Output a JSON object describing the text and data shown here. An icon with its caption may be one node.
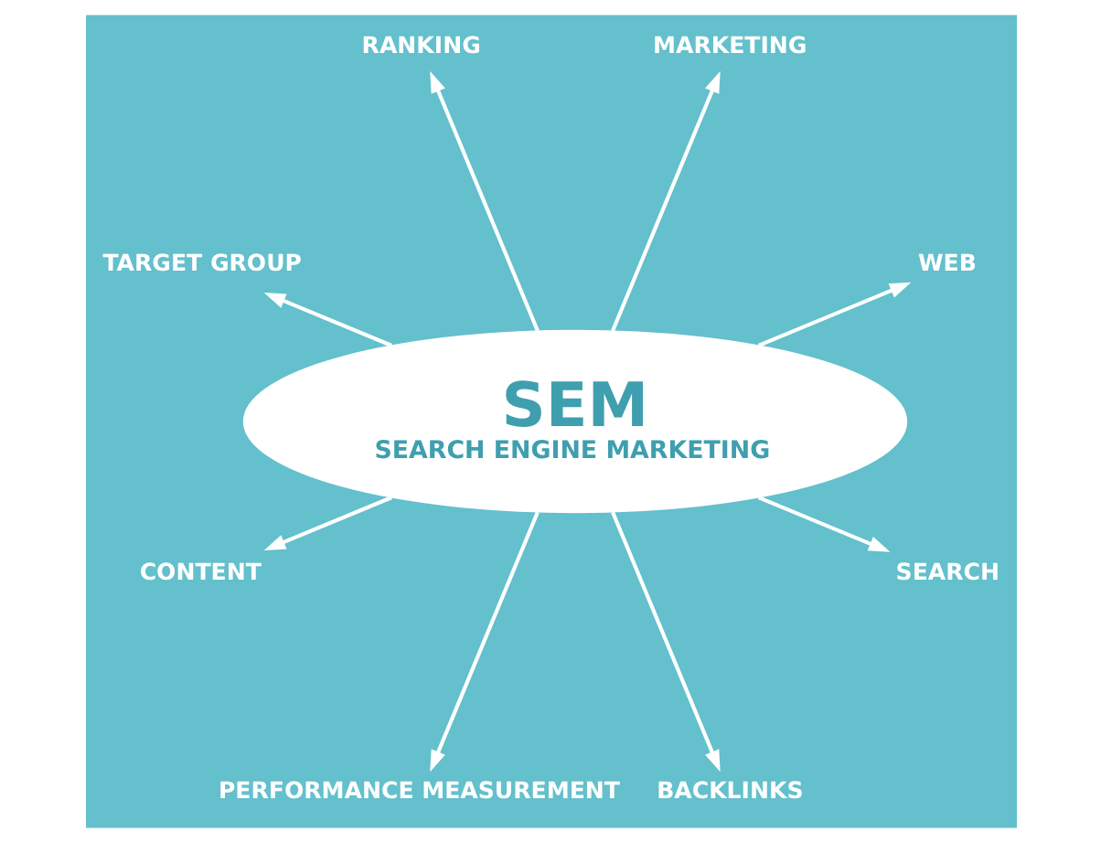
{
  "diagram": {
    "nodes": [
      {
        "text": [
          "SEM",
          "SEARCH ENGINE MARKETING"
        ]
      },
      {
        "text": [
          "TARGET GROUP"
        ]
      },
      {
        "text": [
          "RANKING"
        ]
      },
      {
        "text": [
          "MARKETING"
        ]
      },
      {
        "text": [
          "WEB"
        ]
      },
      {
        "text": [
          "SEARCH"
        ]
      },
      {
        "text": [
          "BACKLINKS"
        ]
      },
      {
        "text": [
          "PERFORMANCE MEASUREMENT"
        ]
      },
      {
        "text": [
          "CONTENT"
        ]
      }
    ],
    "edges": [
      {
        "from": 0,
        "to": 1,
        "arrow": "to"
      },
      {
        "from": 0,
        "to": 2,
        "arrow": "to"
      },
      {
        "from": 0,
        "to": 3,
        "arrow": "to"
      },
      {
        "from": 0,
        "to": 4,
        "arrow": "to"
      },
      {
        "from": 0,
        "to": 5,
        "arrow": "to"
      },
      {
        "from": 0,
        "to": 6,
        "arrow": "to"
      },
      {
        "from": 0,
        "to": 7,
        "arrow": "to"
      },
      {
        "from": 0,
        "to": 8,
        "arrow": "to"
      }
    ]
  }
}
